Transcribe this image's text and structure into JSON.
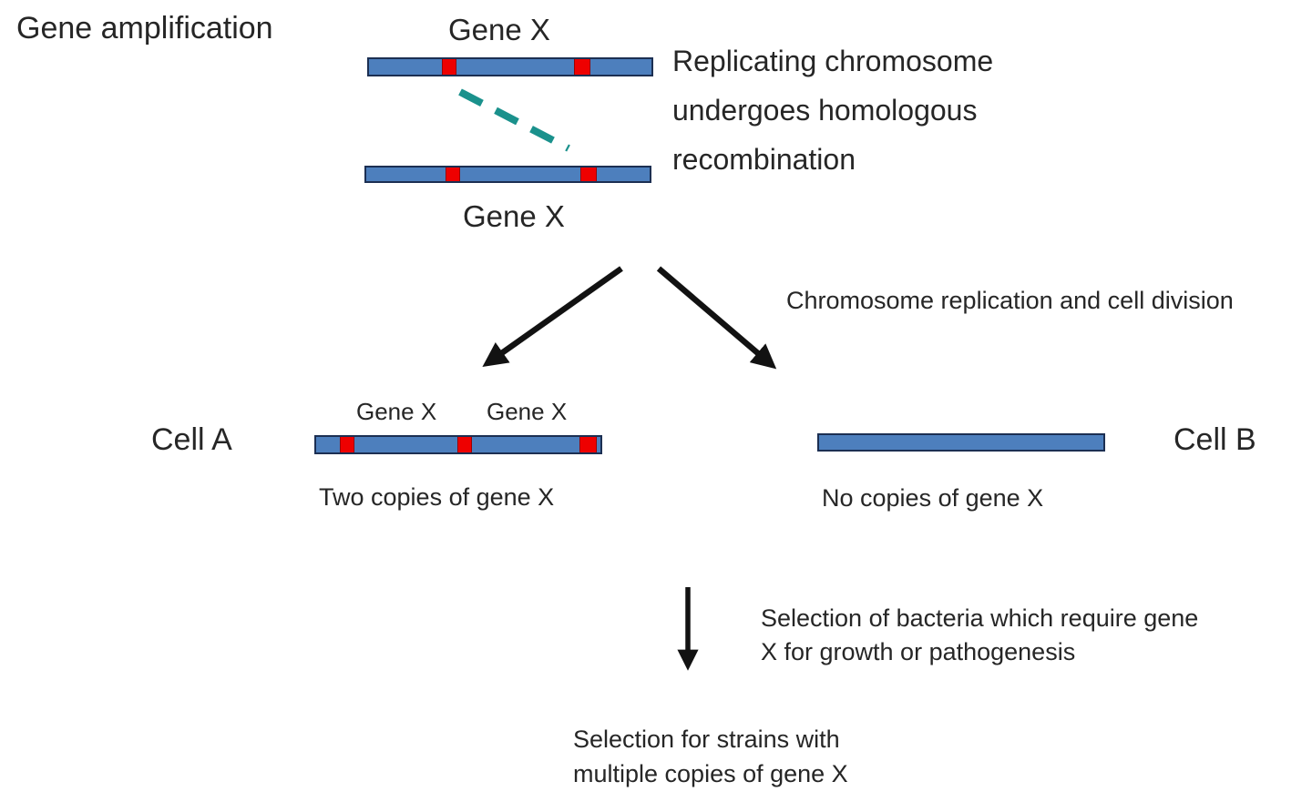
{
  "title": "Gene amplification",
  "colors": {
    "chromosome_fill": "#4d7fbd",
    "chromosome_border": "#1c2f52",
    "gene_marker": "#ee0000",
    "recombination_dash": "#1a918c",
    "arrow": "#121212",
    "text": "#262626"
  },
  "recombination": {
    "gene_x_top": "Gene X",
    "gene_x_bottom": "Gene X",
    "note": "Replicating chromosome\nundergoes homologous\nrecombination"
  },
  "division": {
    "label": "Chromosome replication and cell division"
  },
  "cell_a": {
    "name": "Cell A",
    "gene_label_1": "Gene X",
    "gene_label_2": "Gene X",
    "caption": "Two copies of gene X"
  },
  "cell_b": {
    "name": "Cell B",
    "caption": "No copies of gene X"
  },
  "selection": {
    "note": "Selection of bacteria which require gene\nX for growth or pathogenesis",
    "result": "Selection for strains with\nmultiple copies of gene X"
  }
}
